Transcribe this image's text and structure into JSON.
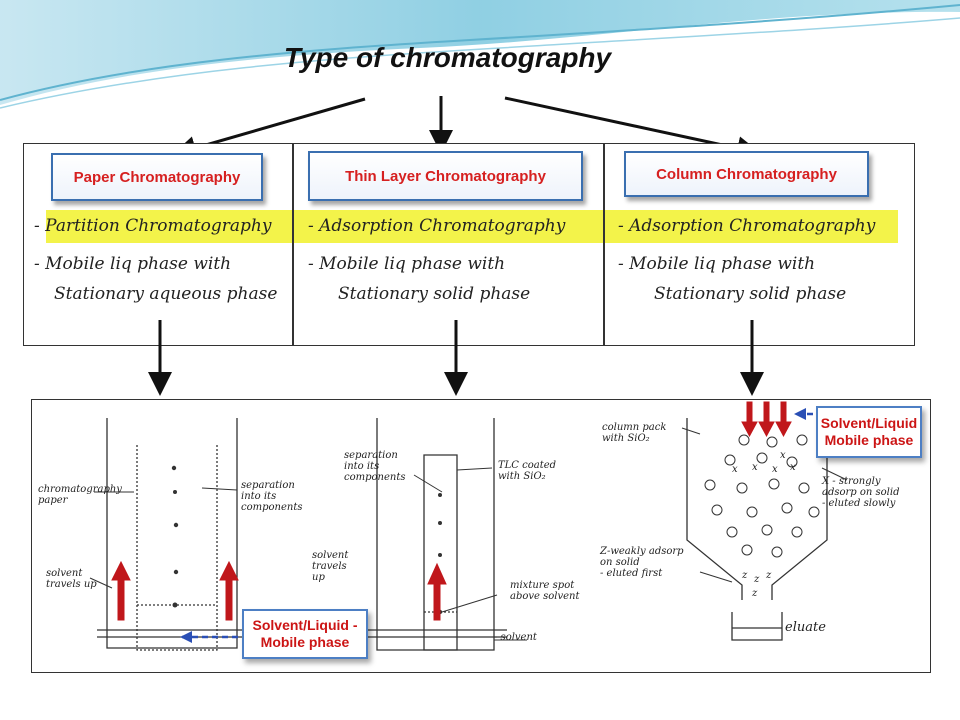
{
  "title": "Type of chromatography",
  "table": {
    "columns": [
      {
        "header": "Paper Chromatography",
        "type": "- Partition Chromatography",
        "mobile": "- Mobile liq phase with",
        "stationary": "Stationary aqueous phase"
      },
      {
        "header": "Thin Layer Chromatography",
        "type": "- Adsorption Chromatography",
        "mobile": "- Mobile liq phase with",
        "stationary": "Stationary solid phase"
      },
      {
        "header": "Column Chromatography",
        "type": "- Adsorption Chromatography",
        "mobile": "- Mobile liq phase with",
        "stationary": "Stationary solid phase"
      }
    ]
  },
  "paper_panel": {
    "label_paper": "chromatography\npaper",
    "label_separation": "separation\ninto its\ncomponents",
    "label_solvent": "solvent\ntravels up"
  },
  "tlc_panel": {
    "label_separation": "separation\ninto its\ncomponents",
    "label_tlc": "TLC coated\nwith SiO₂",
    "label_solvent_travels": "solvent\ntravels\nup",
    "label_mixture": "mixture spot\nabove solvent",
    "label_solvent": "- solvent"
  },
  "column_panel": {
    "label_pack": "column pack\nwith SiO₂",
    "label_x": "X - strongly\n  adsorp on solid\n- eluted slowly",
    "label_z": "Z-weakly adsorp\non solid\n- eluted first",
    "label_eluate": "eluate",
    "x_mark": "x",
    "z_mark": "z"
  },
  "callouts": {
    "bottom": "Solvent/Liquid -\nMobile phase",
    "top_right": "Solvent/Liquid\nMobile phase"
  },
  "colors": {
    "red_arrow": "#c0171b",
    "blue_dash": "#2a4fb5",
    "highlight": "#f3f34a"
  }
}
